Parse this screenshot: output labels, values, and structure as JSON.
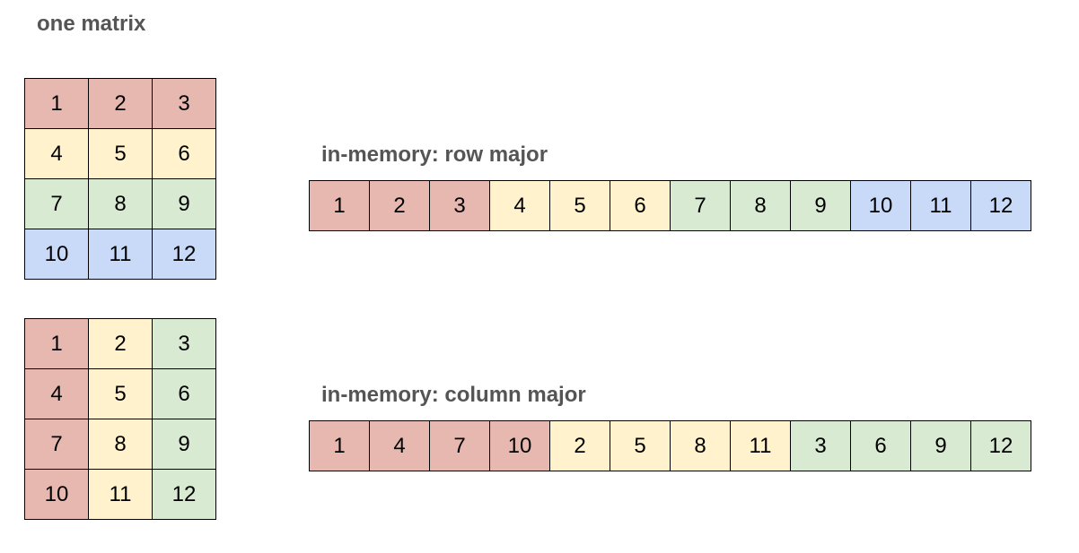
{
  "titles": {
    "matrix": "one matrix",
    "row_major": "in-memory: row major",
    "column_major": "in-memory: column major"
  },
  "colors": {
    "red": "#e6b8b0",
    "yellow": "#fff2cc",
    "green": "#d9ead3",
    "blue": "#c9daf8"
  },
  "matrix_row_major": {
    "cells": [
      {
        "value": "1",
        "color": "red"
      },
      {
        "value": "2",
        "color": "red"
      },
      {
        "value": "3",
        "color": "red"
      },
      {
        "value": "4",
        "color": "yellow"
      },
      {
        "value": "5",
        "color": "yellow"
      },
      {
        "value": "6",
        "color": "yellow"
      },
      {
        "value": "7",
        "color": "green"
      },
      {
        "value": "8",
        "color": "green"
      },
      {
        "value": "9",
        "color": "green"
      },
      {
        "value": "10",
        "color": "blue"
      },
      {
        "value": "11",
        "color": "blue"
      },
      {
        "value": "12",
        "color": "blue"
      }
    ]
  },
  "matrix_col_major": {
    "cells": [
      {
        "value": "1",
        "color": "red"
      },
      {
        "value": "2",
        "color": "yellow"
      },
      {
        "value": "3",
        "color": "green"
      },
      {
        "value": "4",
        "color": "red"
      },
      {
        "value": "5",
        "color": "yellow"
      },
      {
        "value": "6",
        "color": "green"
      },
      {
        "value": "7",
        "color": "red"
      },
      {
        "value": "8",
        "color": "yellow"
      },
      {
        "value": "9",
        "color": "green"
      },
      {
        "value": "10",
        "color": "red"
      },
      {
        "value": "11",
        "color": "yellow"
      },
      {
        "value": "12",
        "color": "green"
      }
    ]
  },
  "strip_row_major": {
    "cells": [
      {
        "value": "1",
        "color": "red"
      },
      {
        "value": "2",
        "color": "red"
      },
      {
        "value": "3",
        "color": "red"
      },
      {
        "value": "4",
        "color": "yellow"
      },
      {
        "value": "5",
        "color": "yellow"
      },
      {
        "value": "6",
        "color": "yellow"
      },
      {
        "value": "7",
        "color": "green"
      },
      {
        "value": "8",
        "color": "green"
      },
      {
        "value": "9",
        "color": "green"
      },
      {
        "value": "10",
        "color": "blue"
      },
      {
        "value": "11",
        "color": "blue"
      },
      {
        "value": "12",
        "color": "blue"
      }
    ]
  },
  "strip_col_major": {
    "cells": [
      {
        "value": "1",
        "color": "red"
      },
      {
        "value": "4",
        "color": "red"
      },
      {
        "value": "7",
        "color": "red"
      },
      {
        "value": "10",
        "color": "red"
      },
      {
        "value": "2",
        "color": "yellow"
      },
      {
        "value": "5",
        "color": "yellow"
      },
      {
        "value": "8",
        "color": "yellow"
      },
      {
        "value": "11",
        "color": "yellow"
      },
      {
        "value": "3",
        "color": "green"
      },
      {
        "value": "6",
        "color": "green"
      },
      {
        "value": "9",
        "color": "green"
      },
      {
        "value": "12",
        "color": "green"
      }
    ]
  }
}
